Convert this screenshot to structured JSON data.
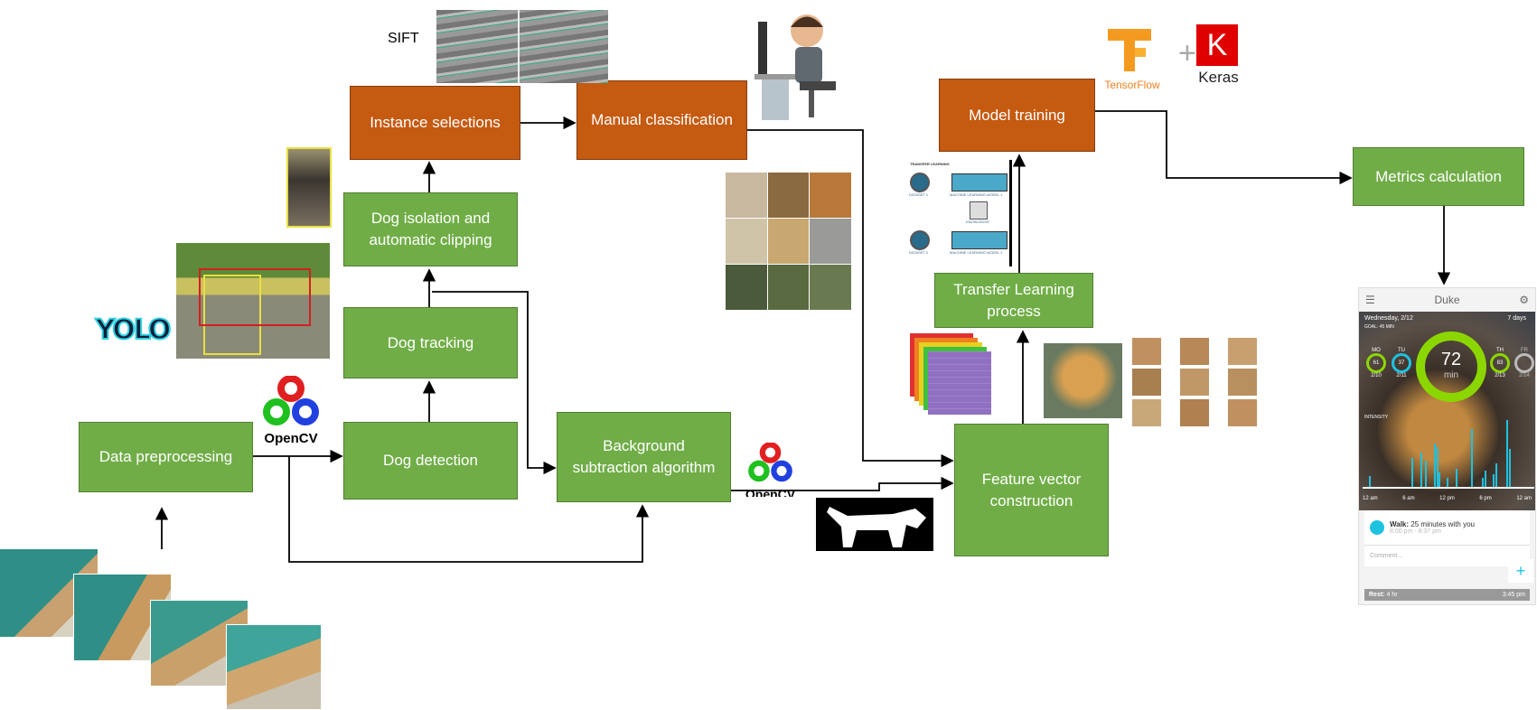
{
  "steps": {
    "data_preprocessing": "Data preprocessing",
    "dog_detection": "Dog detection",
    "dog_tracking": "Dog tracking",
    "dog_isolation": "Dog isolation and automatic clipping",
    "instance_selections": "Instance selections",
    "manual_classification": "Manual classification",
    "background_subtraction": "Background subtraction algorithm",
    "feature_vector": "Feature vector construction",
    "transfer_learning": "Transfer Learning process",
    "model_training": "Model training",
    "metrics_calculation": "Metrics calculation"
  },
  "labels": {
    "sift": "SIFT",
    "opencv": "OpenCV",
    "yolo": "YOLO",
    "tensorflow": "TensorFlow",
    "plus": "+",
    "keras": "Keras",
    "keras_k": "K"
  },
  "transfer_inset": {
    "title": "TRANSFER LEARNING",
    "dataset1": "DATASET 1",
    "dataset2": "DATASET 2",
    "model1": "MACHINE LEARNING MODEL 1",
    "model2": "MACHINE LEARNING MODEL 2",
    "knowledge": "KNOWLEDGE"
  },
  "phone": {
    "title": "Duke",
    "date": "Wednesday, 2/12",
    "goal": "GOAL: 45 MIN",
    "range": "7 days",
    "days": [
      {
        "day": "MO",
        "value": "61",
        "date": "2/10"
      },
      {
        "day": "TU",
        "value": "37",
        "date": "2/11"
      },
      {
        "day": "TH",
        "value": "83",
        "date": "2/13"
      },
      {
        "day": "FR",
        "value": "",
        "date": "2/14"
      }
    ],
    "main_value": "72",
    "main_unit": "min",
    "intensity": "INTENSITY",
    "times": [
      "12 am",
      "6 am",
      "12 pm",
      "6 pm",
      "12 am"
    ],
    "walk_label": "Walk:",
    "walk_text": "25 minutes with you",
    "walk_time": "8:00 pm - 8:37 pm",
    "comment_placeholder": "Comment...",
    "rest_label": "Rest:",
    "rest_value": "4 hr",
    "rest_time": "3:45 pm",
    "add": "+"
  },
  "colors": {
    "orange_step": "#C55A11",
    "green_step": "#70AD47",
    "accent_lime": "#8CD600",
    "accent_cyan": "#1FC1E0"
  }
}
